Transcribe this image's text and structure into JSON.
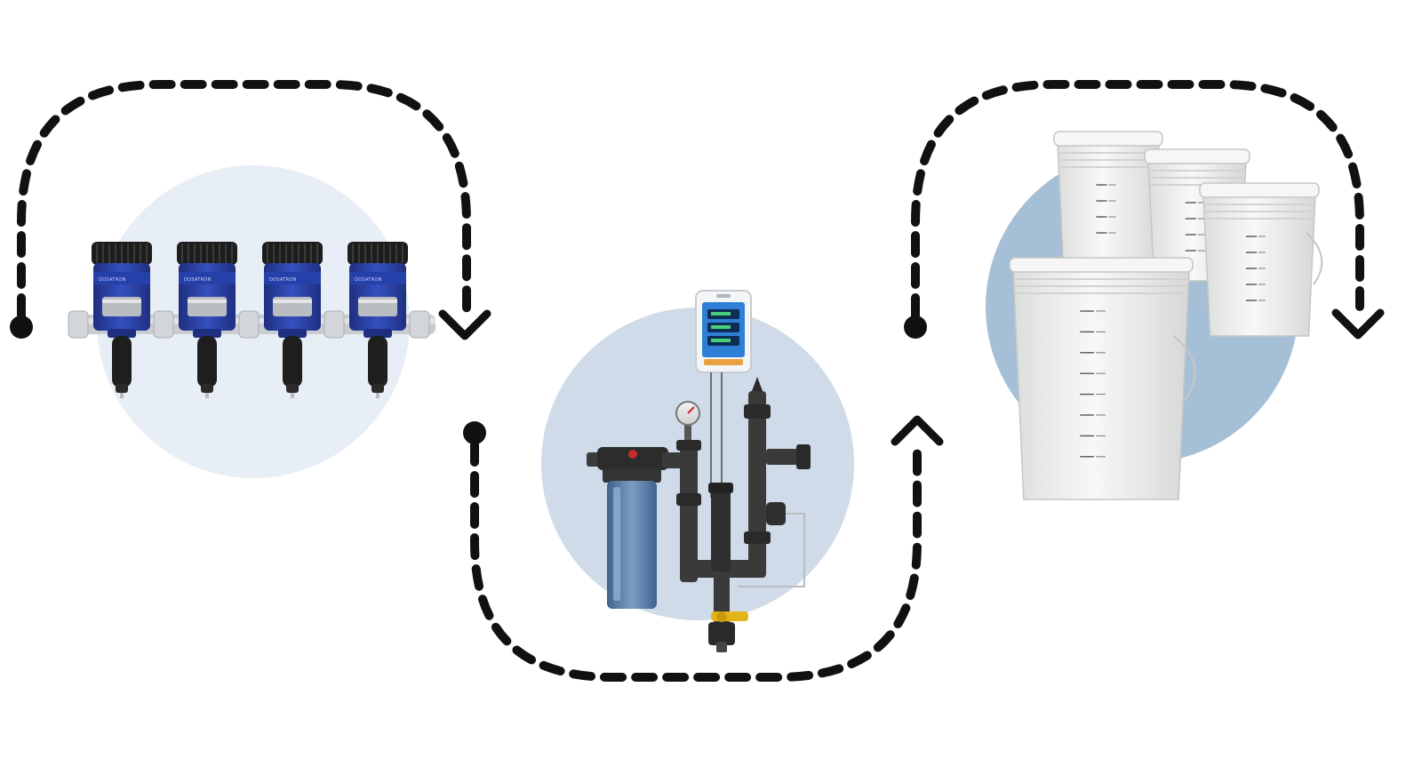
{
  "diagram": {
    "steps": [
      {
        "id": "dosers",
        "product": "four-inline-dosing-pumps",
        "circle_color": "#e8eef5"
      },
      {
        "id": "controller",
        "product": "filter-and-controller-manifold",
        "circle_color": "#cfdbe8"
      },
      {
        "id": "buckets",
        "product": "graduated-buckets",
        "circle_color": "#a5bfd6"
      }
    ],
    "connectors": [
      {
        "from": "dosers",
        "direction": "down",
        "shape": "arc-over"
      },
      {
        "from": "controller",
        "direction": "up",
        "shape": "arc-under"
      },
      {
        "from": "buckets",
        "direction": "down",
        "shape": "arc-over"
      }
    ],
    "doser_brand": "DOSATRON",
    "colors": {
      "connector": "#111111",
      "doser_body": "#2b3f9e",
      "doser_cap": "#1d1d1d",
      "pipe": "#3a3a3a",
      "filter_housing": "#5a7fa8",
      "valve_handle": "#e3b417",
      "bucket": "#f1f2f1"
    }
  }
}
